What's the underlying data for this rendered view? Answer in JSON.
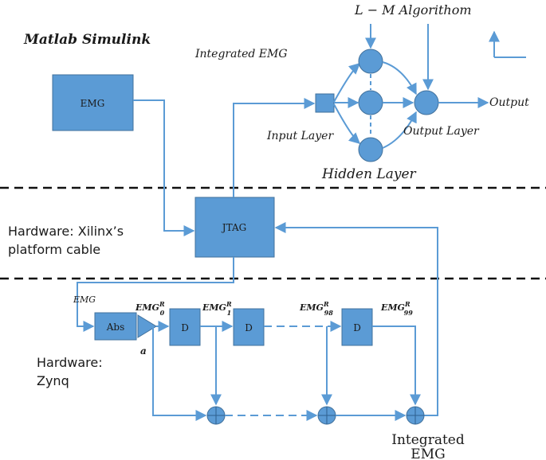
{
  "sections": {
    "matlab_title": "Matlab Simulink",
    "xilinx_title_line1": "Hardware: Xilinx’s",
    "xilinx_title_line2": "platform cable",
    "zynq_title_line1": "Hardware:",
    "zynq_title_line2": "Zynq"
  },
  "neural_net": {
    "algorithm_label": "L − M Algorithom",
    "integrated_emg_label": "Integrated EMG",
    "input_layer_label": "Input Layer",
    "output_layer_label": "Output Layer",
    "hidden_layer_label": "Hidden Layer",
    "output_label": "Output"
  },
  "blocks": {
    "emg": "EMG",
    "jtag": "JTAG",
    "abs": "Abs",
    "d1": "D",
    "d2": "D",
    "d3": "D"
  },
  "signals": {
    "emg_in": "EMG",
    "gain": "a",
    "emg0": "EMG",
    "emg0_sup": "R",
    "emg0_sub": "0",
    "emg1": "EMG",
    "emg1_sup": "R",
    "emg1_sub": "1",
    "emg98": "EMG",
    "emg98_sup": "R",
    "emg98_sub": "98",
    "emg99": "EMG",
    "emg99_sup": "R",
    "emg99_sub": "99",
    "integrated_line1": "Integrated",
    "integrated_line2": "EMG"
  },
  "colors": {
    "block_fill": "#5b9bd5",
    "block_stroke": "#41719c",
    "line": "#5b9bd5",
    "text": "#1a1a1a"
  }
}
